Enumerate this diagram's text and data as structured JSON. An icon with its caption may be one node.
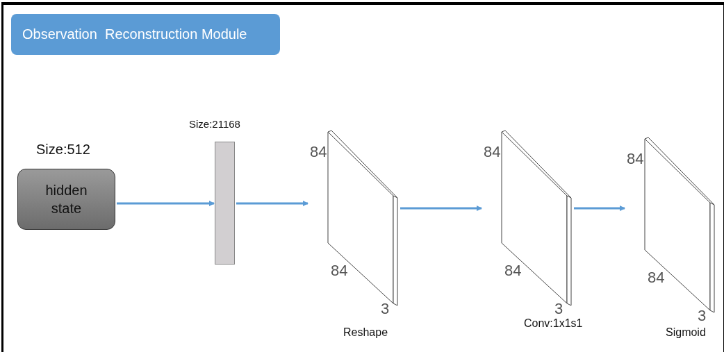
{
  "diagram": {
    "title": "Observation  Reconstruction Module",
    "nodes": [
      {
        "text": [
          "hidden state"
        ],
        "beside": [
          "Size:512"
        ]
      },
      {
        "text": [],
        "shape": "bar",
        "beside": [
          "Size:21168"
        ]
      },
      {
        "text": [
          "84",
          "84",
          "3"
        ],
        "beside": [
          "Reshape"
        ]
      },
      {
        "text": [
          "84",
          "84",
          "3"
        ],
        "beside": [
          "Conv:1x1s1"
        ]
      },
      {
        "text": [
          "84",
          "84",
          "3"
        ],
        "beside": [
          "Sigmoid"
        ]
      }
    ],
    "edges": [
      {
        "from": 0,
        "to": 1,
        "arrow": "to"
      },
      {
        "from": 1,
        "to": 2,
        "arrow": "to"
      },
      {
        "from": 2,
        "to": 3,
        "arrow": "to"
      },
      {
        "from": 3,
        "to": 4,
        "arrow": "to"
      }
    ]
  }
}
